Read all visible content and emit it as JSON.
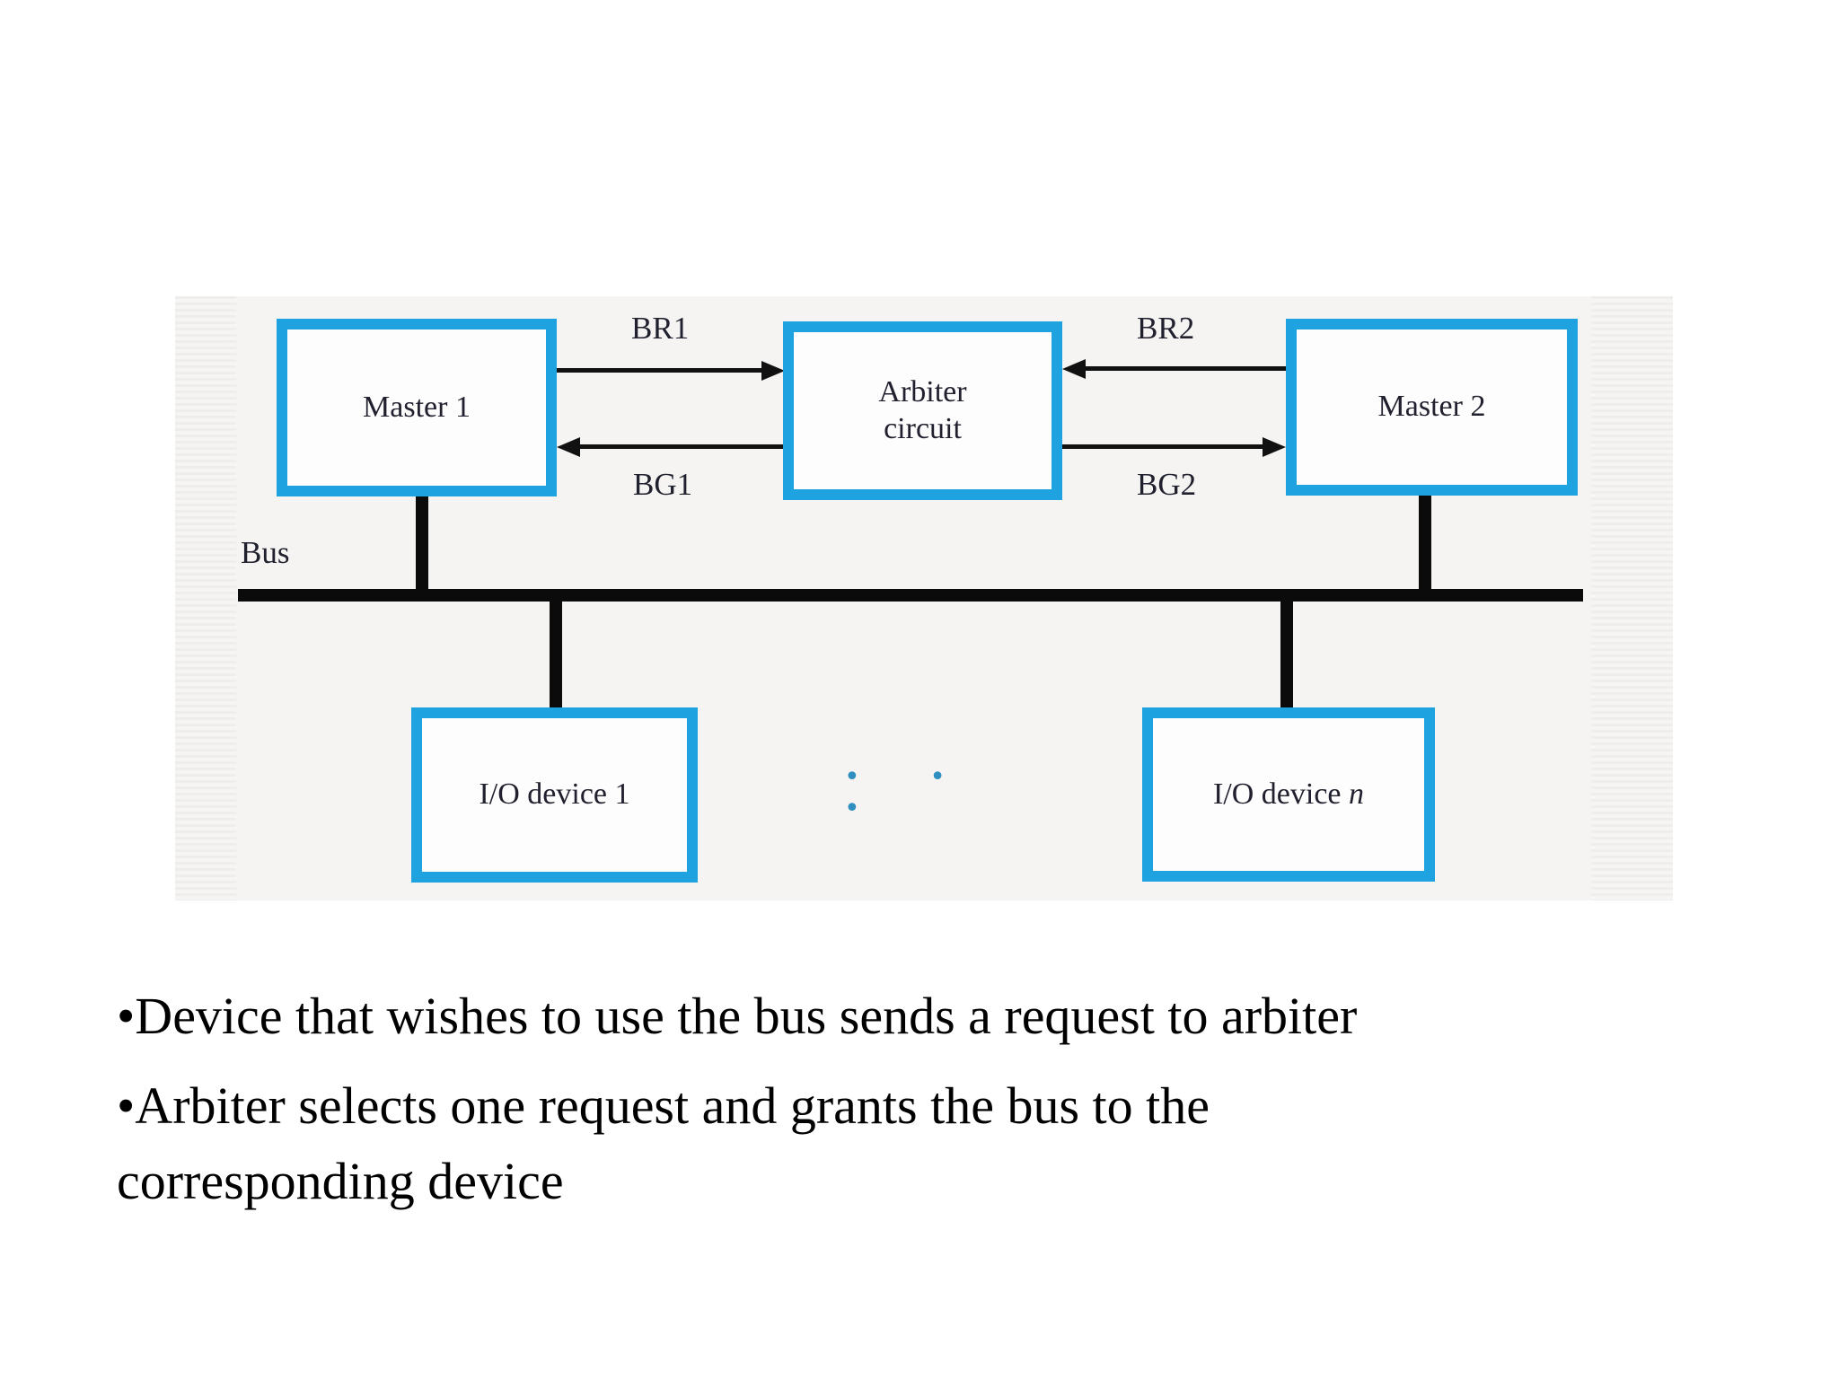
{
  "diagram": {
    "master1": {
      "label": "Master 1"
    },
    "arbiter": {
      "line1": "Arbiter",
      "line2": "circuit"
    },
    "master2": {
      "label": "Master 2"
    },
    "io_device_1": {
      "label": "I/O device 1"
    },
    "io_device_n": {
      "label_prefix": "I/O device ",
      "label_var": "n"
    },
    "signals": {
      "br1": "BR1",
      "bg1": "BG1",
      "br2": "BR2",
      "bg2": "BG2"
    },
    "bus_label": "Bus",
    "ellipsis": "• • •",
    "colors": {
      "box_border": "#1fa3e0",
      "line_color": "#111111",
      "dots_color": "#2f8fc0",
      "panel_background": "#f5f4f3"
    }
  },
  "bullets": [
    "•Device that wishes to use the bus sends a request to arbiter",
    "•Arbiter selects one request and grants the bus to the",
    "corresponding device"
  ]
}
